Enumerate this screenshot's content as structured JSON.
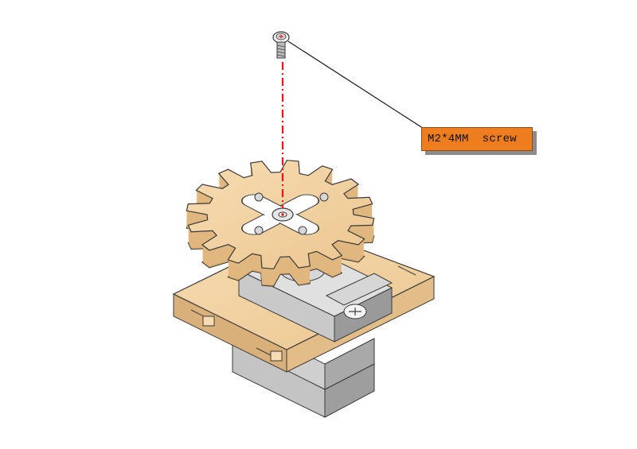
{
  "diagram": {
    "callout_label": "M2*4MM  screw",
    "colors": {
      "wood": "#f2d3a4",
      "wood_edge": "#c89b63",
      "servo_body": "#bfbfbf",
      "servo_dark": "#8f8f8f",
      "axis_line": "#e0191f",
      "callout_fill": "#ee7d1f",
      "callout_shadow": "#8c8c8c",
      "outline": "#3a3a3a"
    },
    "icons": {
      "screw": "screw-icon",
      "gear": "gear-part",
      "servo_horn": "servo-horn-part",
      "servo": "servo-motor-part",
      "base_plate": "wooden-base-plate"
    }
  }
}
